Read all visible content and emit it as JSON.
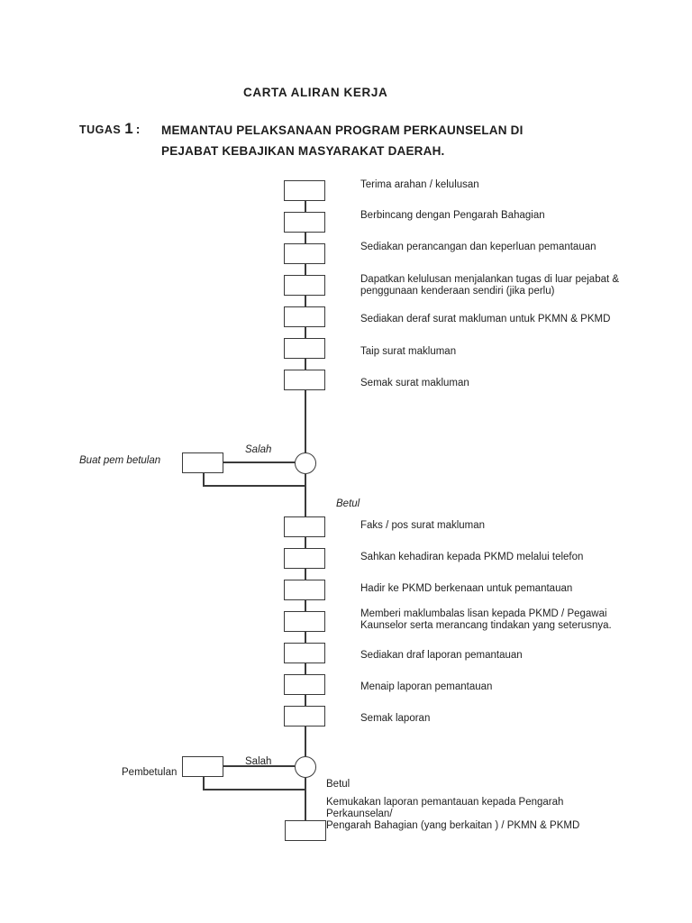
{
  "header": {
    "title": "CARTA ALIRAN KERJA",
    "task_label": "TUGAS",
    "task_number": "1",
    "task_colon": ":",
    "task_description": "MEMANTAU PELAKSANAAN PROGRAM PERKAUNSELAN DI\nPEJABAT KEBAJIKAN MASYARAKAT DAERAH."
  },
  "flowchart": {
    "line_color": "#3a3a3a",
    "text_color": "#222222",
    "steps": [
      "Terima arahan / kelulusan",
      "Berbincang dengan Pengarah Bahagian",
      "Sediakan perancangan dan keperluan pemantauan",
      "Dapatkan kelulusan menjalankan tugas di luar pejabat &\npenggunaan kenderaan sendiri (jika perlu)",
      "Sediakan deraf surat makluman untuk PKMN & PKMD",
      "Taip surat makluman",
      "Semak surat makluman",
      "Faks / pos surat makluman",
      "Sahkan kehadiran kepada PKMD melalui telefon",
      "Hadir ke PKMD berkenaan untuk pemantauan",
      "Memberi maklumbalas lisan kepada PKMD / Pegawai\nKaunselor serta merancang tindakan yang seterusnya.",
      "Sediakan draf laporan pemantauan",
      "Menaip laporan pemantauan",
      "Semak laporan"
    ],
    "decision1": {
      "action": "Buat pem betulan",
      "wrong": "Salah",
      "correct": "Betul"
    },
    "decision2": {
      "action": "Pembetulan",
      "wrong": "Salah",
      "correct": "Betul"
    },
    "final_step": "Kemukakan laporan pemantauan kepada Pengarah Perkaunselan/\nPengarah Bahagian (yang berkaitan ) / PKMN & PKMD"
  }
}
